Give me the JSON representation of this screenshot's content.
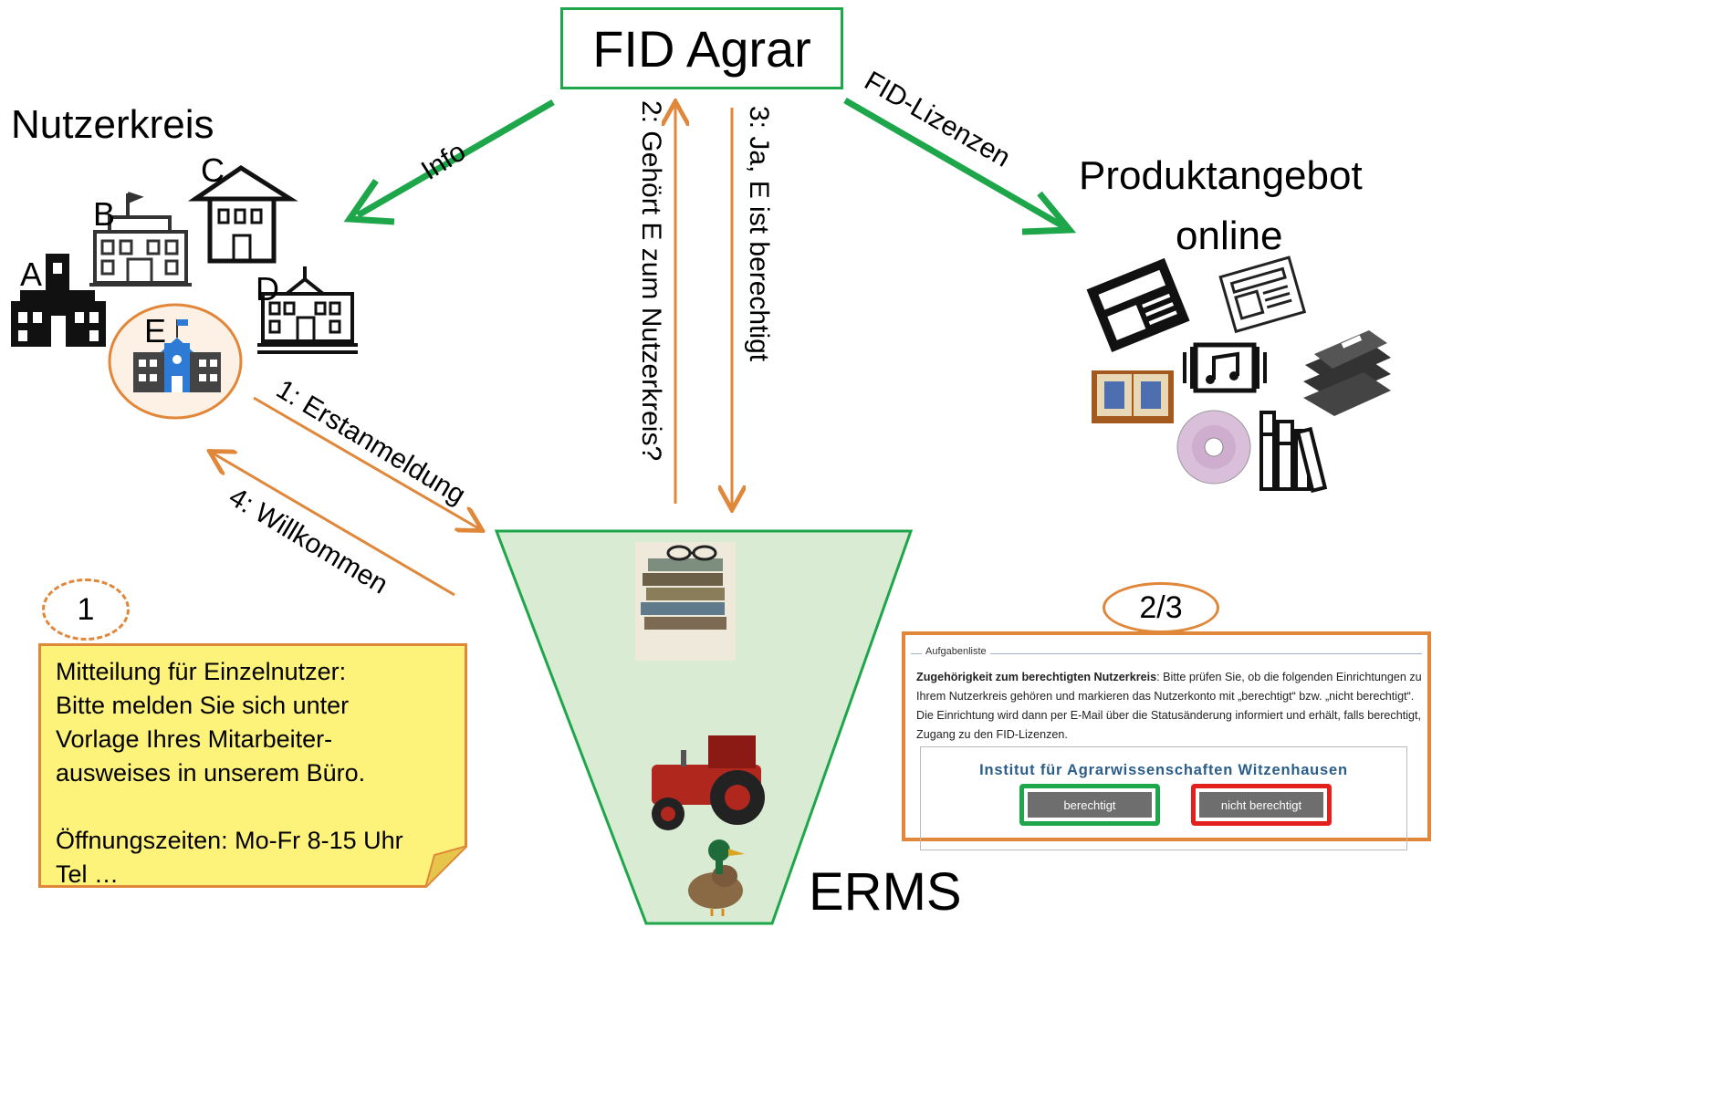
{
  "title": "FID Agrar",
  "nutzerkreis": {
    "label": "Nutzerkreis",
    "institutions": [
      "A",
      "B",
      "C",
      "D",
      "E"
    ]
  },
  "produktangebot": {
    "line1": "Produktangebot",
    "line2": "online"
  },
  "erms": {
    "label": "ERMS"
  },
  "arrows": {
    "info": "Info",
    "lizenzen": "FID-Lizenzen",
    "step1": "1: Erstanmeldung",
    "step2": "2: Gehört E zum Nutzerkreis?",
    "step3": "3: Ja, E ist berechtigt",
    "step4": "4: Willkommen"
  },
  "note": {
    "badge": "1",
    "lines": [
      "Mitteilung für Einzelnutzer:",
      "Bitte melden Sie sich unter",
      "Vorlage Ihres Mitarbeiter-",
      "ausweises in unserem Büro."
    ],
    "hours": "Öffnungszeiten: Mo-Fr 8-15 Uhr",
    "tel": "Tel …"
  },
  "panel": {
    "badge": "2/3",
    "legend": "Aufgabenliste",
    "heading": "Zugehörigkeit zum berechtigten Nutzerkreis",
    "text": ": Bitte prüfen Sie, ob die folgenden Einrichtungen zu Ihrem Nutzerkreis gehören und markieren das Nutzerkonto mit „berechtigt“ bzw. „nicht berechtigt“. Die Einrichtung wird dann per E-Mail über die Statusänderung informiert und erhält, falls berechtigt, Zugang zu den FID-Lizenzen.",
    "institution": "Institut für Agrarwissenschaften Witzenhausen",
    "btn_ok": "berechtigt",
    "btn_no": "nicht berechtigt"
  },
  "colors": {
    "green": "#1ea64b",
    "orange": "#e0873a",
    "note_bg": "#fdf27a",
    "funnel_bg": "#d9ecd3"
  }
}
